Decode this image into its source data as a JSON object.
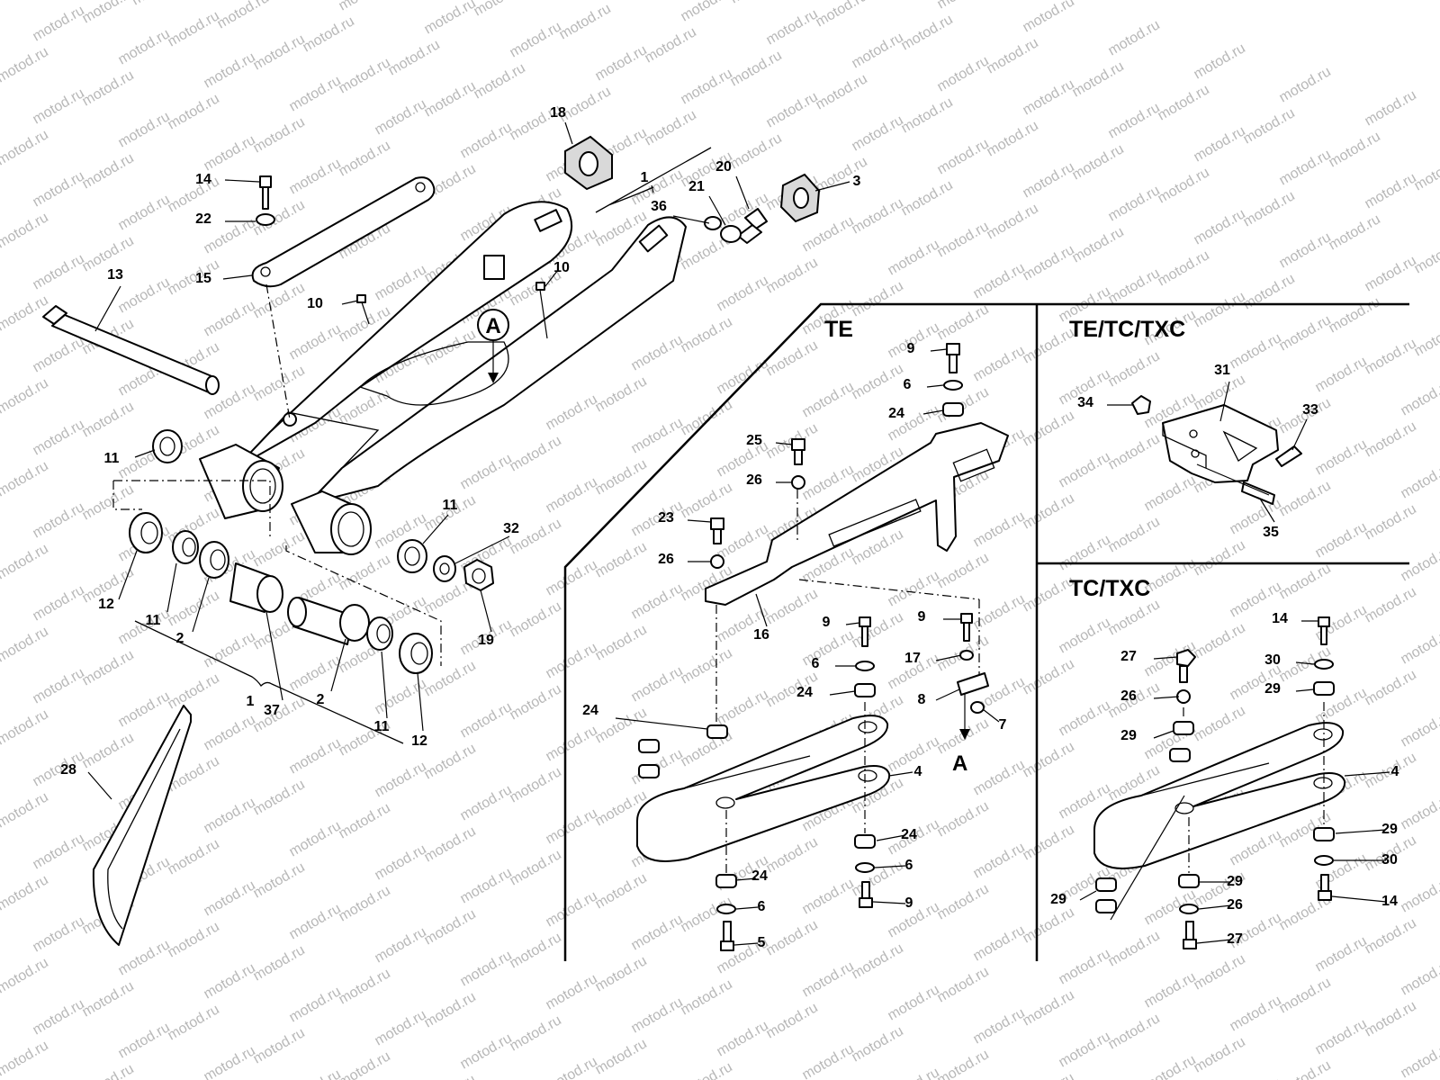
{
  "watermark": {
    "text": "motod.ru",
    "color": "#b8b8b8"
  },
  "sections": {
    "te": "TE",
    "te_tc_txc": "TE/TC/TXC",
    "tc_txc": "TC/TXC"
  },
  "view_marker": {
    "circle": "A",
    "arrow_label": "A"
  },
  "callouts": {
    "c1a": "1",
    "c1b": "1",
    "c2a": "2",
    "c2b": "2",
    "c3": "3",
    "c4a": "4",
    "c4b": "4",
    "c5": "5",
    "c6a": "6",
    "c6b": "6",
    "c6c": "6",
    "c6d": "6",
    "c7": "7",
    "c8": "8",
    "c9a": "9",
    "c9b": "9",
    "c9c": "9",
    "c9d": "9",
    "c10a": "10",
    "c10b": "10",
    "c11a": "11",
    "c11b": "11",
    "c11c": "11",
    "c11d": "11",
    "c12a": "12",
    "c12b": "12",
    "c13": "13",
    "c14a": "14",
    "c14b": "14",
    "c14c": "14",
    "c15": "15",
    "c16": "16",
    "c17": "17",
    "c18": "18",
    "c19": "19",
    "c20": "20",
    "c21": "21",
    "c22": "22",
    "c23": "23",
    "c24a": "24",
    "c24b": "24",
    "c24c": "24",
    "c24d": "24",
    "c24e": "24",
    "c25": "25",
    "c26a": "26",
    "c26b": "26",
    "c26c": "26",
    "c26d": "26",
    "c27a": "27",
    "c27b": "27",
    "c28": "28",
    "c29a": "29",
    "c29b": "29",
    "c29c": "29",
    "c29d": "29",
    "c29e": "29",
    "c30a": "30",
    "c30b": "30",
    "c31": "31",
    "c32": "32",
    "c33": "33",
    "c34": "34",
    "c35": "35",
    "c36": "36",
    "c37": "37"
  }
}
